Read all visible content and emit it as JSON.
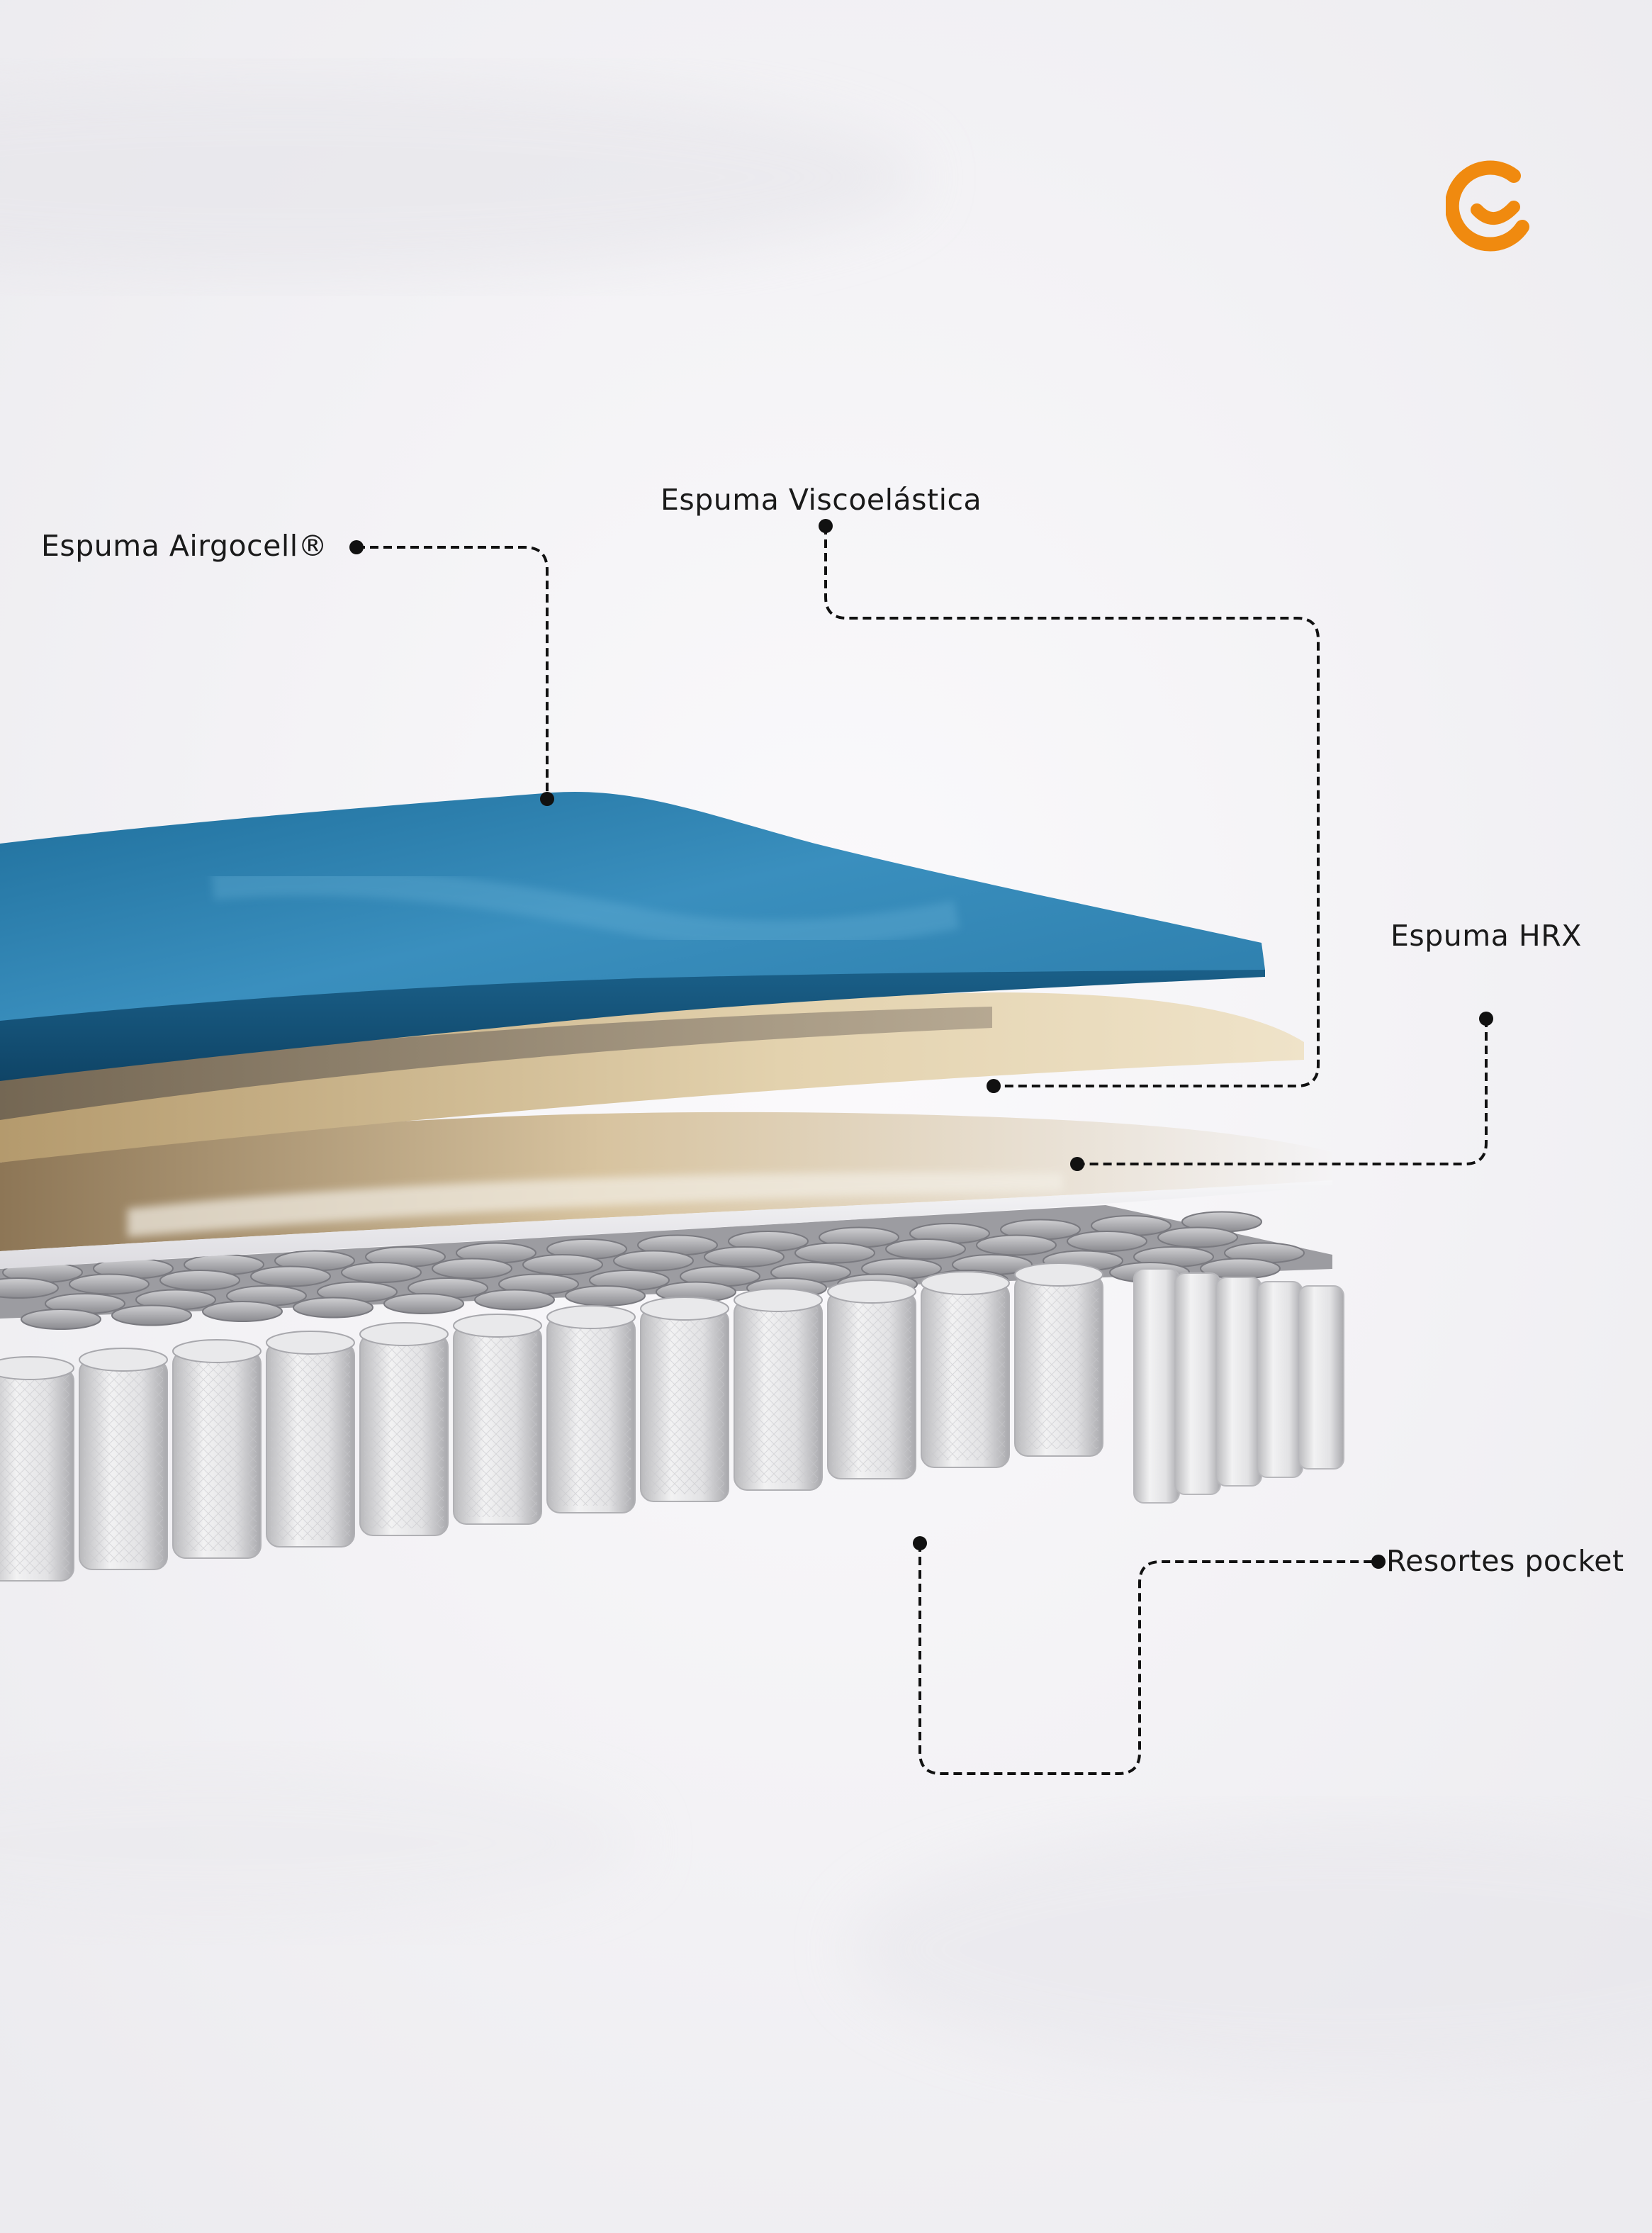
{
  "brand": {
    "accent_color": "#f08a0f",
    "logo_icon": "brand-logo-icon"
  },
  "layers": [
    {
      "id": "airgocell",
      "label": "Espuma Airgocell®",
      "color": "#2b7fae"
    },
    {
      "id": "visco",
      "label": "Espuma Viscoelástica",
      "color": "#d9c7a0"
    },
    {
      "id": "hrx",
      "label": "Espuma HRX",
      "color": "#ecebef"
    },
    {
      "id": "pocket",
      "label": "Resortes pocket",
      "color": "#cfcfcf"
    }
  ],
  "connector_color": "#111111"
}
